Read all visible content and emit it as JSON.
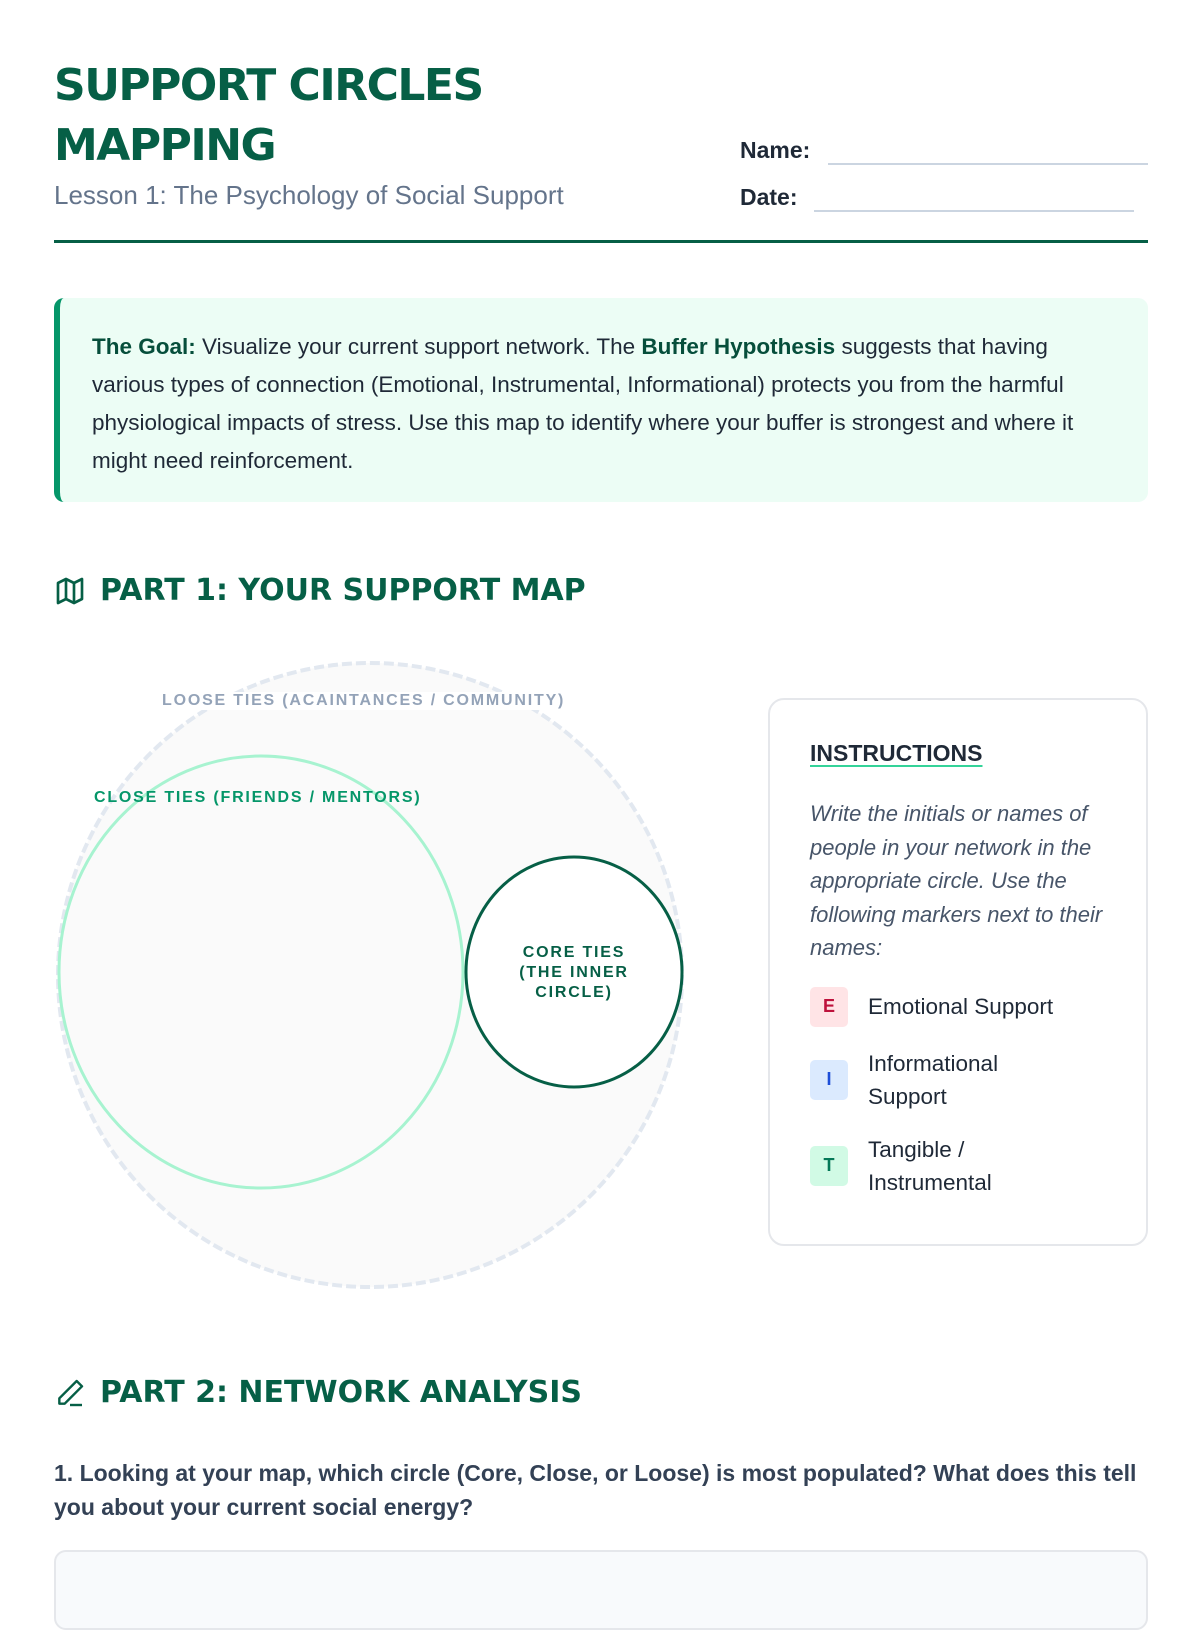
{
  "header": {
    "title_line1": "SUPPORT CIRCLES",
    "title_line2": "MAPPING",
    "subtitle": "Lesson 1: The Psychology of Social Support",
    "name_label": "Name:",
    "date_label": "Date:"
  },
  "goal": {
    "lead": "The Goal:",
    "text1": " Visualize your current support network. The ",
    "bold2": "Buffer Hypothesis",
    "text2": " suggests that having various types of connection (Emotional, Instrumental, Informational) protects you from the harmful physiological impacts of stress. Use this map to identify where your buffer is strongest and where it might need reinforcement."
  },
  "part1": {
    "heading": "PART 1: YOUR SUPPORT MAP",
    "icon": "map-icon",
    "circles": {
      "loose": "LOOSE TIES (ACAINTANCES / COMMUNITY)",
      "close": "CLOSE TIES (FRIENDS / MENTORS)",
      "core_line1": "CORE TIES",
      "core_line2": "(THE INNER",
      "core_line3": "CIRCLE)"
    },
    "instructions": {
      "title": "INSTRUCTIONS",
      "body": "Write the initials or names of people in your network in the appropriate circle. Use the following markers next to their names:",
      "legend": [
        {
          "marker": "E",
          "label": "Emotional Support"
        },
        {
          "marker": "I",
          "label": "Informational Support"
        },
        {
          "marker": "T",
          "label": "Tangible / Instrumental"
        }
      ]
    }
  },
  "part2": {
    "heading": "PART 2: NETWORK ANALYSIS",
    "icon": "pencil-icon",
    "q1": "1. Looking at your map, which circle (Core, Close, or Loose) is most populated? What does this tell you about your current social energy?"
  },
  "colors": {
    "brand": "#065f46",
    "accent": "#059669",
    "emotional": "#be123c",
    "informational": "#1d4ed8",
    "tangible": "#047857"
  }
}
